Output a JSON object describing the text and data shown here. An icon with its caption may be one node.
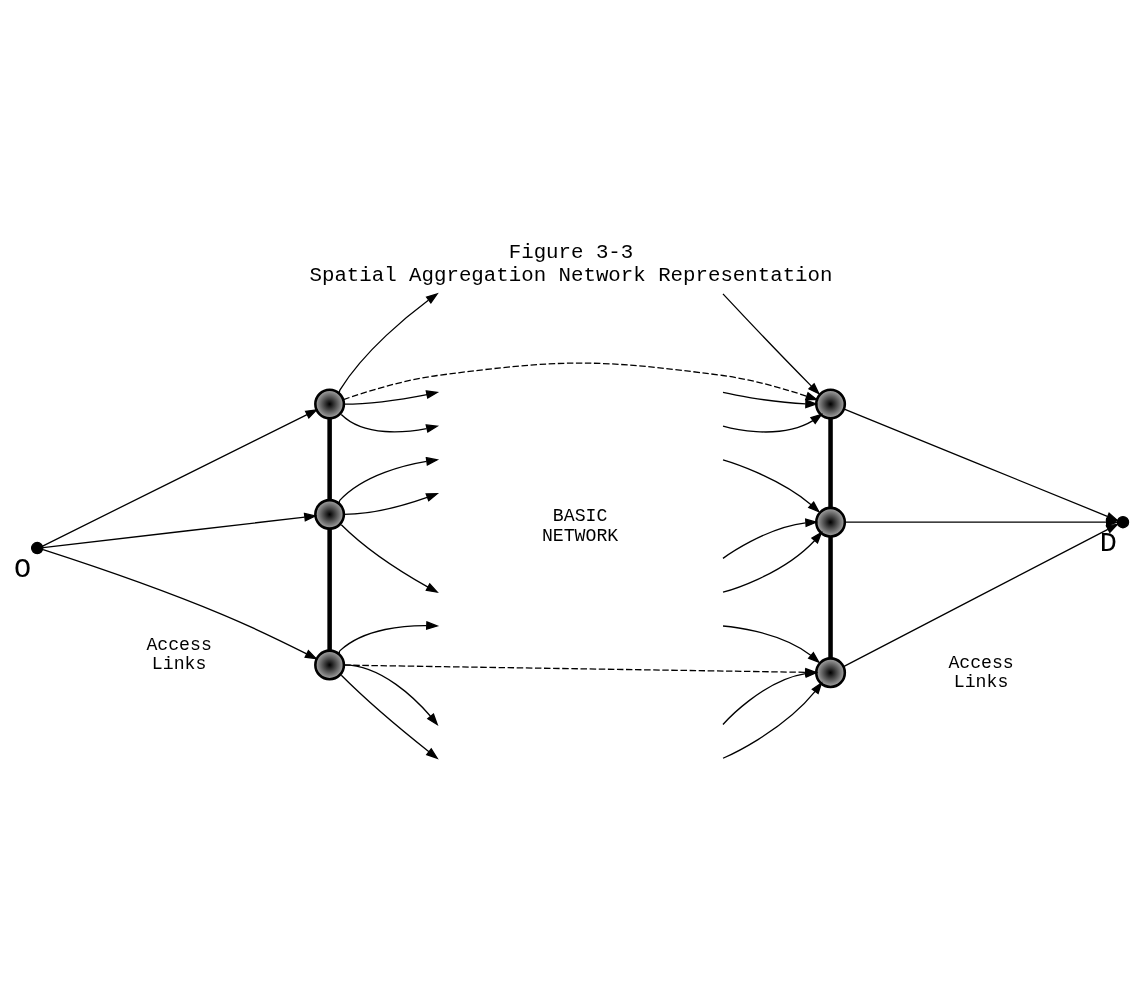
{
  "diagram": {
    "title": "Figure 3-3",
    "caption": "Spatial Aggregation Network Representation",
    "nodes": [
      {
        "text": [],
        "shape": "dot",
        "beside": [
          "O"
        ]
      },
      {
        "text": [],
        "shape": "circle"
      },
      {
        "text": [],
        "shape": "circle"
      },
      {
        "text": [],
        "shape": "circle"
      },
      {
        "text": [],
        "shape": "circle"
      },
      {
        "text": [],
        "shape": "circle"
      },
      {
        "text": [],
        "shape": "circle"
      },
      {
        "text": [],
        "shape": "dot",
        "beside": [
          "D"
        ]
      }
    ],
    "edges": [
      {
        "from": 0,
        "to": 1,
        "arrow": "to"
      },
      {
        "from": 0,
        "to": 2,
        "arrow": "to"
      },
      {
        "from": 0,
        "to": 3,
        "arrow": "to"
      },
      {
        "from": 1,
        "to": 2,
        "arrow": "none",
        "style": "thick"
      },
      {
        "from": 2,
        "to": 3,
        "arrow": "none",
        "style": "thick"
      },
      {
        "from": 1,
        "to": null,
        "arrow": "to"
      },
      {
        "from": 1,
        "to": null,
        "arrow": "to"
      },
      {
        "from": 1,
        "to": null,
        "arrow": "to"
      },
      {
        "from": 2,
        "to": null,
        "arrow": "to"
      },
      {
        "from": 2,
        "to": null,
        "arrow": "to"
      },
      {
        "from": 2,
        "to": null,
        "arrow": "to"
      },
      {
        "from": 3,
        "to": null,
        "arrow": "to"
      },
      {
        "from": 3,
        "to": null,
        "arrow": "to"
      },
      {
        "from": 3,
        "to": null,
        "arrow": "to"
      },
      {
        "from": 1,
        "to": 4,
        "arrow": "to",
        "style": "dashed"
      },
      {
        "from": 3,
        "to": 6,
        "arrow": "to",
        "style": "dashed"
      },
      {
        "from": null,
        "to": 4,
        "arrow": "to"
      },
      {
        "from": null,
        "to": 4,
        "arrow": "to"
      },
      {
        "from": null,
        "to": 4,
        "arrow": "to"
      },
      {
        "from": null,
        "to": 5,
        "arrow": "to"
      },
      {
        "from": null,
        "to": 5,
        "arrow": "to"
      },
      {
        "from": null,
        "to": 5,
        "arrow": "to"
      },
      {
        "from": null,
        "to": 6,
        "arrow": "to"
      },
      {
        "from": null,
        "to": 6,
        "arrow": "to"
      },
      {
        "from": null,
        "to": 6,
        "arrow": "to"
      },
      {
        "from": 4,
        "to": 5,
        "arrow": "none",
        "style": "thick"
      },
      {
        "from": 5,
        "to": 6,
        "arrow": "none",
        "style": "thick"
      },
      {
        "from": 4,
        "to": 7,
        "arrow": "to"
      },
      {
        "from": 5,
        "to": 7,
        "arrow": "to"
      },
      {
        "from": 6,
        "to": 7,
        "arrow": "to"
      }
    ],
    "labels": [
      "BASIC NETWORK",
      "Access Links",
      "Access Links"
    ]
  }
}
